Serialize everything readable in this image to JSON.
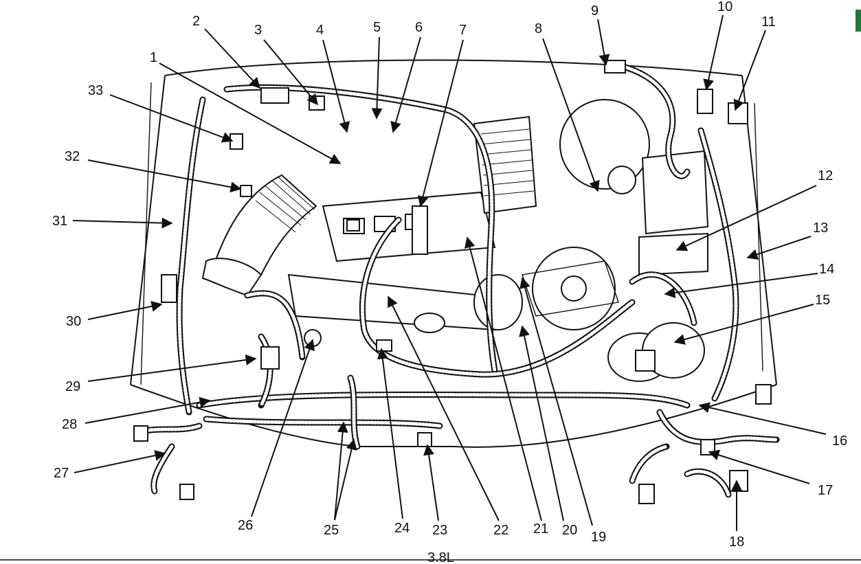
{
  "caption": "3.8L",
  "callouts": [
    {
      "id": "c1",
      "label": "1"
    },
    {
      "id": "c2",
      "label": "2"
    },
    {
      "id": "c3",
      "label": "3"
    },
    {
      "id": "c4",
      "label": "4"
    },
    {
      "id": "c5",
      "label": "5"
    },
    {
      "id": "c6",
      "label": "6"
    },
    {
      "id": "c7",
      "label": "7"
    },
    {
      "id": "c8",
      "label": "8"
    },
    {
      "id": "c9",
      "label": "9"
    },
    {
      "id": "c10",
      "label": "10"
    },
    {
      "id": "c11",
      "label": "11"
    },
    {
      "id": "c12",
      "label": "12"
    },
    {
      "id": "c13",
      "label": "13"
    },
    {
      "id": "c14",
      "label": "14"
    },
    {
      "id": "c15",
      "label": "15"
    },
    {
      "id": "c16",
      "label": "16"
    },
    {
      "id": "c17",
      "label": "17"
    },
    {
      "id": "c18",
      "label": "18"
    },
    {
      "id": "c19",
      "label": "19"
    },
    {
      "id": "c20",
      "label": "20"
    },
    {
      "id": "c21",
      "label": "21"
    },
    {
      "id": "c22",
      "label": "22"
    },
    {
      "id": "c23",
      "label": "23"
    },
    {
      "id": "c24",
      "label": "24"
    },
    {
      "id": "c25",
      "label": "25"
    },
    {
      "id": "c26",
      "label": "26"
    },
    {
      "id": "c27",
      "label": "27"
    },
    {
      "id": "c28",
      "label": "28"
    },
    {
      "id": "c29",
      "label": "29"
    },
    {
      "id": "c30",
      "label": "30"
    },
    {
      "id": "c31",
      "label": "31"
    },
    {
      "id": "c32",
      "label": "32"
    },
    {
      "id": "c33",
      "label": "33"
    }
  ]
}
